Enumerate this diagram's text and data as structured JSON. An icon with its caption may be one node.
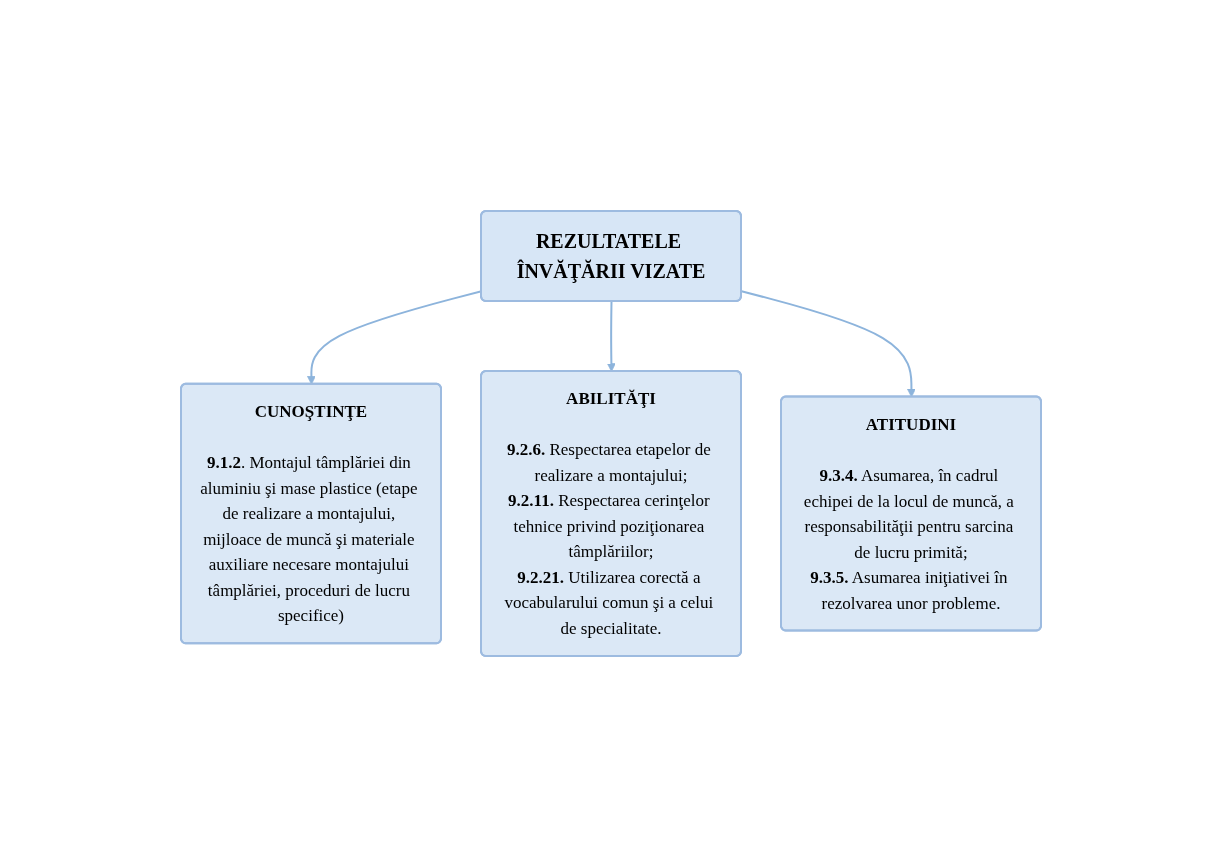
{
  "diagram": {
    "nodes": [
      {
        "text": [
          "REZULTATELE ÎNVĂŢĂRII VIZATE"
        ]
      },
      {
        "text": [
          "CUNOŞTINŢE",
          "**9.1.2**. Montajul tâmplăriei din aluminiu şi mase plastice (etape de realizare a montajului, mijloace de muncă şi materiale auxiliare necesare montajului tâmplăriei, proceduri de lucru specifice)"
        ]
      },
      {
        "text": [
          "ABILITĂŢI",
          "**9.2.6.** Respectarea etapelor de realizare a montajului;",
          "**9.2.11.** Respectarea cerinţelor tehnice privind poziţionarea tâmplăriilor;",
          "**9.2.21.** Utilizarea corectă a vocabularului comun şi a celui de specialitate."
        ]
      },
      {
        "text": [
          "ATITUDINI",
          "**9.3.4.** Asumarea, în cadrul echipei de la locul de muncă, a responsabilităţii pentru sarcina de lucru primită;",
          "**9.3.5.** Asumarea iniţiativei în rezolvarea unor probleme."
        ]
      }
    ],
    "edges": [
      {
        "from": 0,
        "to": 1,
        "arrow": "to"
      },
      {
        "from": 0,
        "to": 2,
        "arrow": "to"
      },
      {
        "from": 0,
        "to": 3,
        "arrow": "to"
      }
    ]
  }
}
